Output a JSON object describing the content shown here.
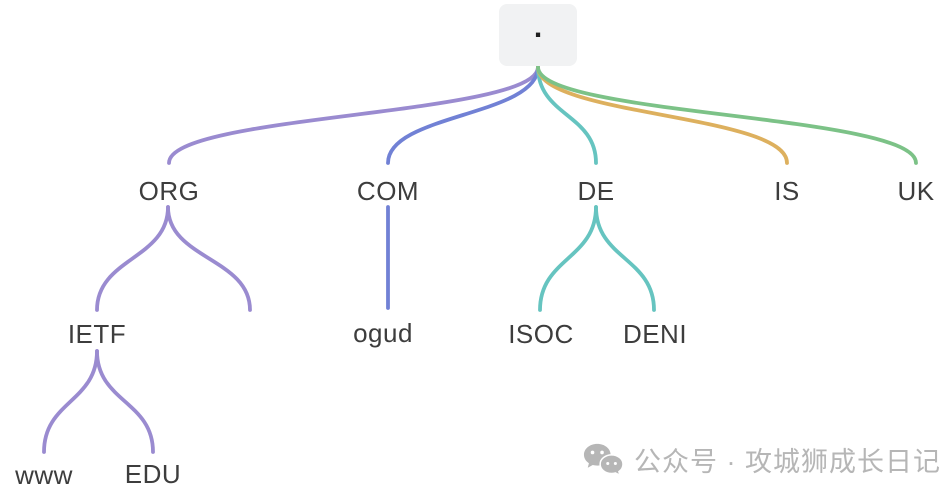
{
  "tree": {
    "root": {
      "label": ".",
      "box_color": "#f1f2f3"
    },
    "nodes": [
      {
        "id": "org",
        "label": "ORG",
        "parent": ".",
        "branch_color": "#9a8bd0"
      },
      {
        "id": "com",
        "label": "COM",
        "parent": ".",
        "branch_color": "#7181d5"
      },
      {
        "id": "de",
        "label": "DE",
        "parent": ".",
        "branch_color": "#66c4c0"
      },
      {
        "id": "is",
        "label": "IS",
        "parent": ".",
        "branch_color": "#ddb05e"
      },
      {
        "id": "uk",
        "label": "UK",
        "parent": ".",
        "branch_color": "#7cc287"
      },
      {
        "id": "ietf",
        "label": "IETF",
        "parent": "ORG",
        "branch_color": "#9a8bd0"
      },
      {
        "id": "org-unlabeled-child",
        "label": "",
        "parent": "ORG",
        "branch_color": "#9a8bd0"
      },
      {
        "id": "ogud",
        "label": "ogud",
        "parent": "COM",
        "branch_color": "#7181d5"
      },
      {
        "id": "isoc",
        "label": "ISOC",
        "parent": "DE",
        "branch_color": "#66c4c0"
      },
      {
        "id": "deni",
        "label": "DENI",
        "parent": "DE",
        "branch_color": "#66c4c0"
      },
      {
        "id": "www",
        "label": "www",
        "parent": "IETF",
        "branch_color": "#9a8bd0"
      },
      {
        "id": "edu",
        "label": "EDU",
        "parent": "IETF",
        "branch_color": "#9a8bd0"
      }
    ]
  },
  "colors": {
    "org_branch": "#9a8bd0",
    "com_branch": "#7181d5",
    "de_branch": "#66c4c0",
    "is_branch": "#ddb05e",
    "uk_branch": "#7cc287",
    "label_text": "#3d3d3d",
    "watermark": "#b6b6b6"
  },
  "watermark": {
    "icon": "wechat-icon",
    "text": "公众号 · 攻城狮成长日记"
  }
}
